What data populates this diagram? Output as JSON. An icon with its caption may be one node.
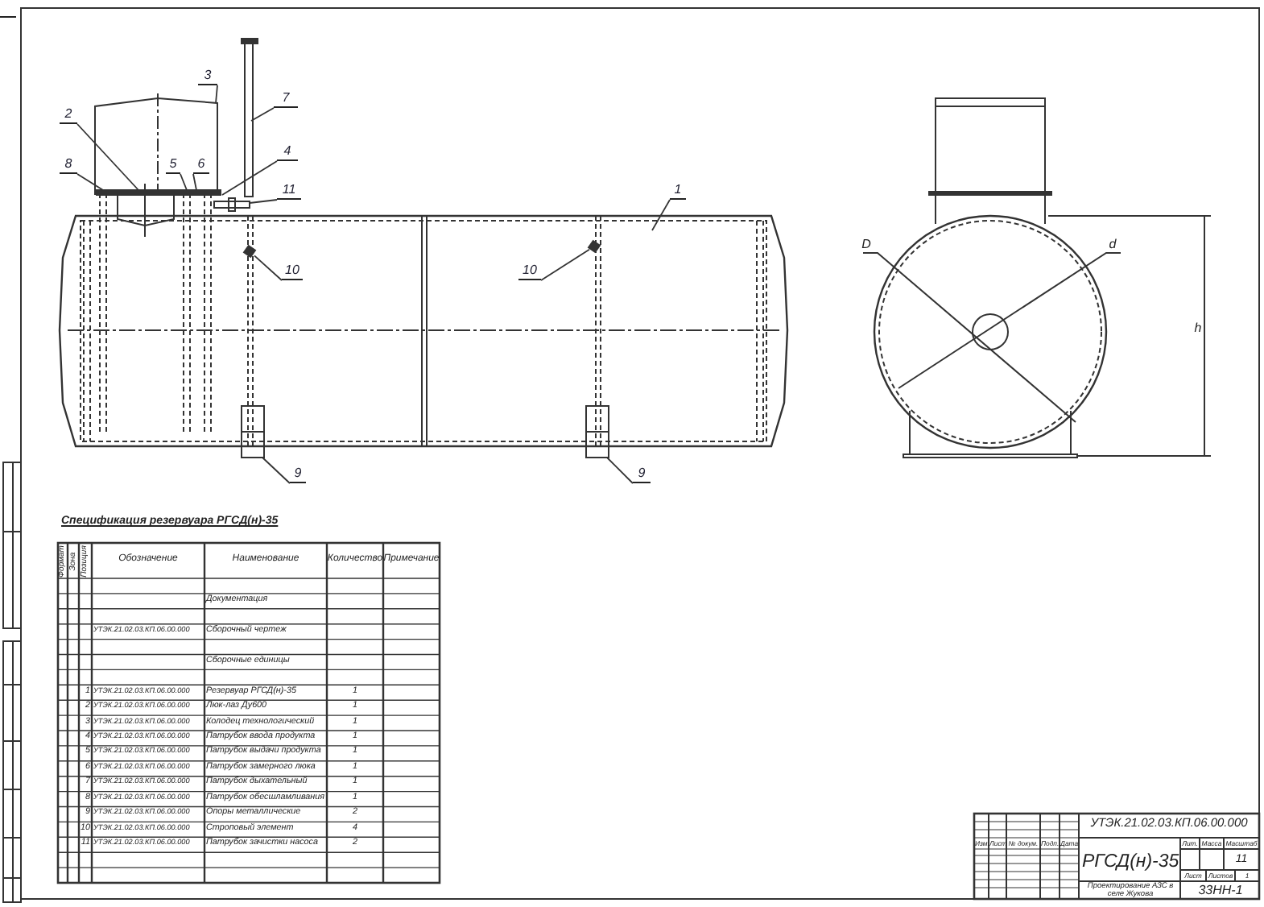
{
  "diagram": {
    "nodes": [
      {
        "text": [
          "3"
        ]
      },
      {
        "text": [
          "7"
        ]
      },
      {
        "text": [
          "2"
        ]
      },
      {
        "text": [
          "4"
        ]
      },
      {
        "text": [
          "8"
        ]
      },
      {
        "text": [
          "5"
        ]
      },
      {
        "text": [
          "6"
        ]
      },
      {
        "text": [
          "11"
        ]
      },
      {
        "text": [
          "1"
        ]
      },
      {
        "text": [
          "10"
        ]
      },
      {
        "text": [
          "10"
        ]
      },
      {
        "text": [
          "9"
        ]
      },
      {
        "text": [
          "9"
        ]
      },
      {
        "text": [],
        "shape": "box"
      },
      {
        "text": [],
        "shape": "box"
      }
    ],
    "edges": [
      {
        "from": 0,
        "to": null,
        "arrow": "none"
      },
      {
        "from": 1,
        "to": null,
        "arrow": "none"
      },
      {
        "from": 2,
        "to": null,
        "arrow": "none"
      },
      {
        "from": 3,
        "to": null,
        "arrow": "none"
      },
      {
        "from": 4,
        "to": null,
        "arrow": "none"
      },
      {
        "from": 5,
        "to": null,
        "arrow": "none"
      },
      {
        "from": 6,
        "to": null,
        "arrow": "none"
      },
      {
        "from": 7,
        "to": null,
        "arrow": "none"
      },
      {
        "from": 8,
        "to": null,
        "arrow": "none"
      },
      {
        "from": 9,
        "to": 13,
        "arrow": "none"
      },
      {
        "from": 10,
        "to": 14,
        "arrow": "none"
      },
      {
        "from": 11,
        "to": null,
        "arrow": "none"
      },
      {
        "from": 12,
        "to": null,
        "arrow": "none"
      }
    ],
    "labels": [
      "D",
      "d",
      "h",
      "Спецификация резервуара РГСД(н)-35",
      "Формат",
      "Зона",
      "Позиция",
      "Обозначение",
      "Наименование",
      "Количество",
      "Примечание",
      "Документация",
      "УТЭК.21.02.03.КП.06.00.000",
      "Сборочный чертеж",
      "Сборочные единицы",
      "1",
      "УТЭК.21.02.03.КП.06.00.000",
      "Резервуар РГСД(н)-35",
      "1",
      "2",
      "УТЭК.21.02.03.КП.06.00.000",
      "Люк-лаз Ду600",
      "1",
      "3",
      "УТЭК.21.02.03.КП.06.00.000",
      "Колодец технологический",
      "1",
      "4",
      "УТЭК.21.02.03.КП.06.00.000",
      "Патрубок ввода продукта",
      "1",
      "5",
      "УТЭК.21.02.03.КП.06.00.000",
      "Патрубок выдачи продукта",
      "1",
      "6",
      "УТЭК.21.02.03.КП.06.00.000",
      "Патрубок замерного люка",
      "1",
      "7",
      "УТЭК.21.02.03.КП.06.00.000",
      "Патрубок дыхательный",
      "1",
      "8",
      "УТЭК.21.02.03.КП.06.00.000",
      "Патрубок обесшламливания",
      "1",
      "9",
      "УТЭК.21.02.03.КП.06.00.000",
      "Опоры металлические",
      "2",
      "10",
      "УТЭК.21.02.03.КП.06.00.000",
      "Строповый элемент",
      "4",
      "11",
      "УТЭК.21.02.03.КП.06.00.000",
      "Патрубок зачистки насоса",
      "2",
      "УТЭК.21.02.03.КП.06.00.000",
      "Изм.",
      "Лист",
      "№ докум.",
      "Подп.",
      "Дата",
      "РГСД(н)-35",
      "Лит.",
      "Масса",
      "Масштаб",
      "11",
      "Лист",
      "Листов",
      "1",
      "Проектирование АЗС в селе Жукова",
      "33НН-1"
    ]
  }
}
